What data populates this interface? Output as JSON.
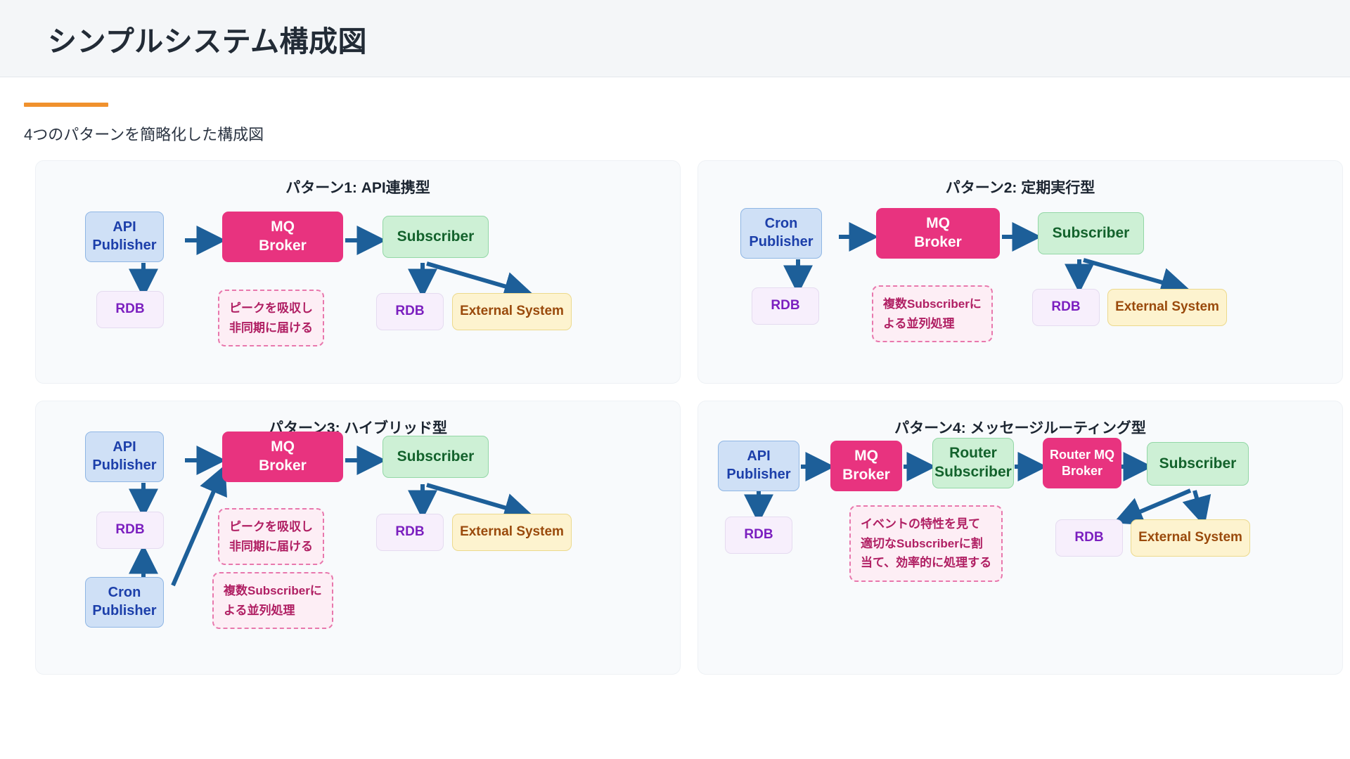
{
  "header": {
    "title": "シンプルシステム構成図"
  },
  "subtitle": {
    "text": "4つのパターンを簡略化した構成図",
    "accent_color": "#f0912d"
  },
  "colors": {
    "publisher_bg": "#cfe0f6",
    "publisher_text": "#1c3faa",
    "mq_bg": "#e8337f",
    "mq_text": "#ffffff",
    "subscriber_bg": "#cdf0d5",
    "subscriber_text": "#13622c",
    "rdb_bg": "#f7effc",
    "rdb_text": "#7b1fbf",
    "external_bg": "#fdf3cf",
    "external_text": "#9a4a0c",
    "note_bg": "#fdeef5",
    "note_border": "#e878ad",
    "note_text": "#b01f63",
    "arrow": "#1d5f99",
    "panel_bg": "#f8fafc",
    "header_bg": "#f4f6f8"
  },
  "patterns": [
    {
      "title": "パターン1: API連携型",
      "nodes": {
        "publisher": {
          "line1": "API",
          "line2": "Publisher"
        },
        "mq": {
          "line1": "MQ",
          "line2": "Broker"
        },
        "subscriber": {
          "line1": "Subscriber"
        },
        "rdb_left": {
          "line1": "RDB"
        },
        "rdb_right": {
          "line1": "RDB"
        },
        "external": {
          "line1": "External System"
        }
      },
      "note": {
        "line1": "ピークを吸収し",
        "line2": "非同期に届ける"
      }
    },
    {
      "title": "パターン2: 定期実行型",
      "nodes": {
        "publisher": {
          "line1": "Cron",
          "line2": "Publisher"
        },
        "mq": {
          "line1": "MQ",
          "line2": "Broker"
        },
        "subscriber": {
          "line1": "Subscriber"
        },
        "rdb_left": {
          "line1": "RDB"
        },
        "rdb_right": {
          "line1": "RDB"
        },
        "external": {
          "line1": "External System"
        }
      },
      "note": {
        "line1": "複数Subscriberに",
        "line2": "よる並列処理"
      }
    },
    {
      "title": "パターン3: ハイブリッド型",
      "nodes": {
        "publisher": {
          "line1": "API",
          "line2": "Publisher"
        },
        "mq": {
          "line1": "MQ",
          "line2": "Broker"
        },
        "subscriber": {
          "line1": "Subscriber"
        },
        "rdb_left": {
          "line1": "RDB"
        },
        "cron": {
          "line1": "Cron",
          "line2": "Publisher"
        },
        "rdb_right": {
          "line1": "RDB"
        },
        "external": {
          "line1": "External System"
        }
      },
      "note1": {
        "line1": "ピークを吸収し",
        "line2": "非同期に届ける"
      },
      "note2": {
        "line1": "複数Subscriberに",
        "line2": "よる並列処理"
      }
    },
    {
      "title": "パターン4: メッセージルーティング型",
      "nodes": {
        "publisher": {
          "line1": "API",
          "line2": "Publisher"
        },
        "mq": {
          "line1": "MQ",
          "line2": "Broker"
        },
        "router_subscriber": {
          "line1": "Router",
          "line2": "Subscriber"
        },
        "router_mq": {
          "line1": "Router MQ",
          "line2": "Broker"
        },
        "subscriber": {
          "line1": "Subscriber"
        },
        "rdb_left": {
          "line1": "RDB"
        },
        "rdb_right": {
          "line1": "RDB"
        },
        "external": {
          "line1": "External System"
        }
      },
      "note": {
        "line1": "イベントの特性を見て",
        "line2": "適切なSubscriberに割",
        "line3": "当て、効率的に処理する"
      }
    }
  ]
}
